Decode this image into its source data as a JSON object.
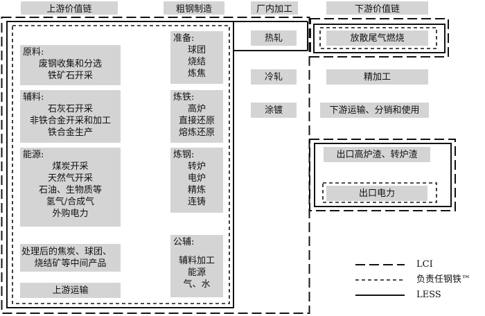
{
  "headers": {
    "upstream": "上游价值链",
    "crude_steel": "粗钢制造",
    "in_plant": "厂内加工",
    "downstream": "下游价值链"
  },
  "upstream": {
    "raw_material": {
      "title": "原料:",
      "lines": [
        "废钢收集和分选",
        "铁矿石开采"
      ]
    },
    "auxiliary": {
      "title": "辅料:",
      "lines": [
        "石灰石开采",
        "非铁合金开采和加工",
        "铁合金生产"
      ]
    },
    "energy": {
      "title": "能源:",
      "lines": [
        "煤炭开采",
        "天然气开采",
        "石油、生物质等",
        "氢气/合成气",
        "外购电力"
      ]
    },
    "intermediate": {
      "lines": [
        "处理后的焦炭、球团、",
        "烧结矿等中间产品"
      ]
    },
    "transport": "上游运输"
  },
  "crude": {
    "prep": {
      "title": "准备:",
      "lines": [
        "球团",
        "烧结",
        "炼焦"
      ]
    },
    "ironmaking": {
      "title": "炼铁:",
      "lines": [
        "高炉",
        "直接还原",
        "熔炼还原"
      ]
    },
    "steelmaking": {
      "title": "炼钢:",
      "lines": [
        "转炉",
        "电炉",
        "精炼",
        "连铸"
      ]
    },
    "utilities": {
      "title": "公辅:",
      "lines": [
        "辅料加工",
        "能源",
        "气、水"
      ]
    }
  },
  "in_plant": {
    "hot_rolling": "热轧",
    "cold_rolling": "冷轧",
    "coating": "涂镀"
  },
  "downstream": {
    "flaring": "放散尾气燃烧",
    "finishing": "精加工",
    "distribution": "下游运输、分销和使用",
    "export_slag": "出口高炉渣、转炉渣",
    "export_power": "出口电力"
  },
  "legend": {
    "lci": "LCI",
    "responsible_steel": "负责任钢铁™",
    "less": "LESS"
  }
}
